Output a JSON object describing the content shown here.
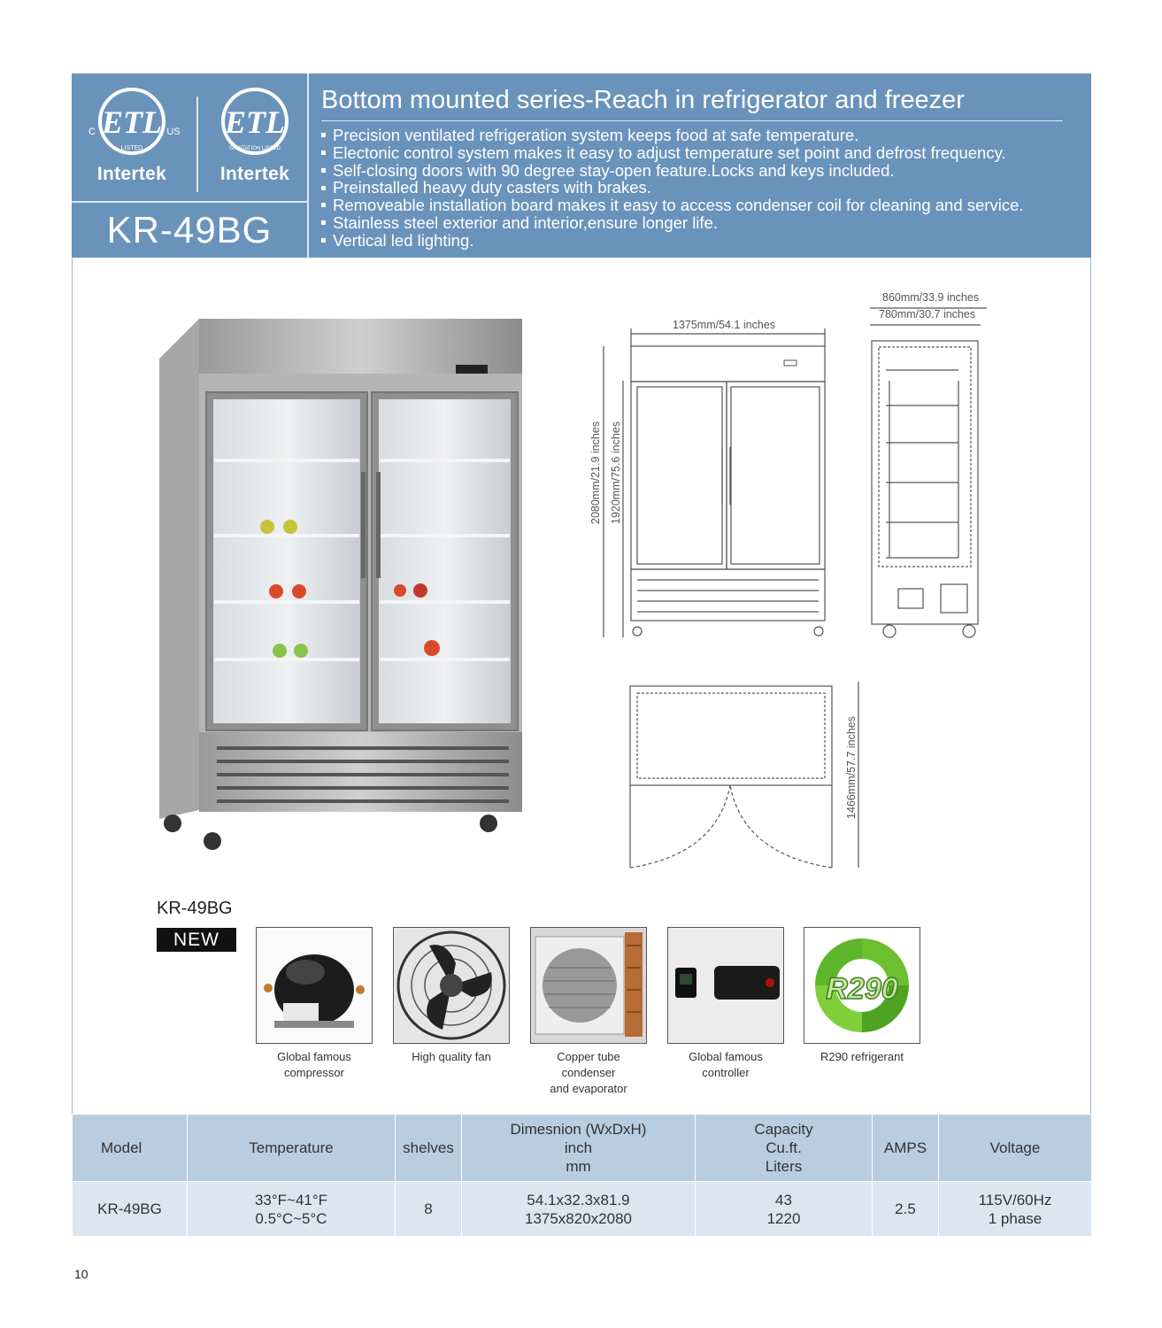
{
  "banner": {
    "title": "Bottom mounted series-Reach in refrigerator and freezer",
    "model": "KR-49BG",
    "logos": [
      {
        "mark": "ETL",
        "left_small": "C",
        "right_small": "US",
        "arc_text": "LISTED",
        "brand": "Intertek"
      },
      {
        "mark": "ETL",
        "arc_text": "SANITATION LISTED",
        "brand": "Intertek"
      }
    ],
    "features": [
      "Precision ventilated refrigeration system keeps food at safe temperature.",
      "Electonic control system makes it easy to adjust temperature set point and defrost frequency.",
      "Self-closing doors with 90 degree stay-open feature.Locks and keys included.",
      "Preinstalled heavy duty casters with brakes.",
      "Removeable installation board makes it easy to access condenser coil for cleaning and service.",
      "Stainless steel exterior and interior,ensure longer life.",
      "Vertical led lighting."
    ]
  },
  "dimensions": {
    "width": "1375mm/54.1 inches",
    "depth_outer": "860mm/33.9 inches",
    "depth_inner": "780mm/30.7 inches",
    "height_outer": "2080mm/21.9 inches",
    "height_inner": "1920mm/75.6 inches",
    "door_open": "1466mm/57.7 inches"
  },
  "product": {
    "model": "KR-49BG",
    "badge": "NEW"
  },
  "components": [
    {
      "caption_1": "Global famous",
      "caption_2": "compressor",
      "icon": "compressor-icon"
    },
    {
      "caption_1": "High quality fan",
      "caption_2": "",
      "icon": "fan-icon"
    },
    {
      "caption_1": "Copper tube condenser",
      "caption_2": "and evaporator",
      "icon": "condenser-icon"
    },
    {
      "caption_1": "Global famous",
      "caption_2": "controller",
      "icon": "controller-icon"
    },
    {
      "caption_1": "R290 refrigerant",
      "caption_2": "",
      "icon": "r290-icon",
      "label": "R290"
    }
  ],
  "spec_table": {
    "headers": {
      "model": "Model",
      "temperature": "Temperature",
      "shelves": "shelves",
      "dimension_1": "Dimesnion  (WxDxH)",
      "dimension_2": "inch",
      "dimension_3": "mm",
      "capacity_1": "Capacity",
      "capacity_2": "Cu.ft.",
      "capacity_3": "Liters",
      "amps": "AMPS",
      "voltage": "Voltage"
    },
    "row": {
      "model": "KR-49BG",
      "temp_f": "33°F~41°F",
      "temp_c": "0.5°C~5°C",
      "shelves": "8",
      "dim_inch": "54.1x32.3x81.9",
      "dim_mm": "1375x820x2080",
      "cuft": "43",
      "liters": "1220",
      "amps": "2.5",
      "voltage_1": "115V/60Hz",
      "voltage_2": "1 phase"
    }
  },
  "page_number": "10",
  "colors": {
    "banner": "#6a93bb",
    "table_head": "#b9cde0",
    "table_row": "#dbe6f1"
  }
}
